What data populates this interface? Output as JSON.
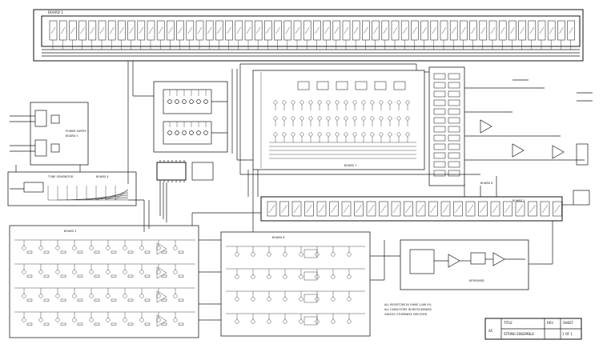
{
  "schematic": {
    "top_bank_label": "BOARD 1",
    "mid_bank_label": "BOARD 2",
    "power_supply_label": "POWER SUPPLY 1",
    "power_supply_sub": "BOARD 5",
    "tone_generator_label": "TONE GENERATOR",
    "tone_generator_sub": "BOARD 4",
    "left_board_label": "BOARD 3",
    "center_board_label": "BOARD 7",
    "right_board_label": "BOARD 6",
    "voice_board_label": "BOARD 8",
    "key_block_label": "KEYBOARD",
    "notes_text": [
      "ALL RESISTORS IN OHMS 1/4W 5%",
      "ALL CAPACITORS IN MICROFARADS",
      "UNLESS OTHERWISE SPECIFIED"
    ],
    "title_block": {
      "logo": "AC",
      "title_label": "TITLE",
      "title_value": "STRING ENSEMBLE",
      "rev_label": "REV",
      "sheet_label": "SHEET",
      "sheet_value": "1 OF 1"
    }
  }
}
